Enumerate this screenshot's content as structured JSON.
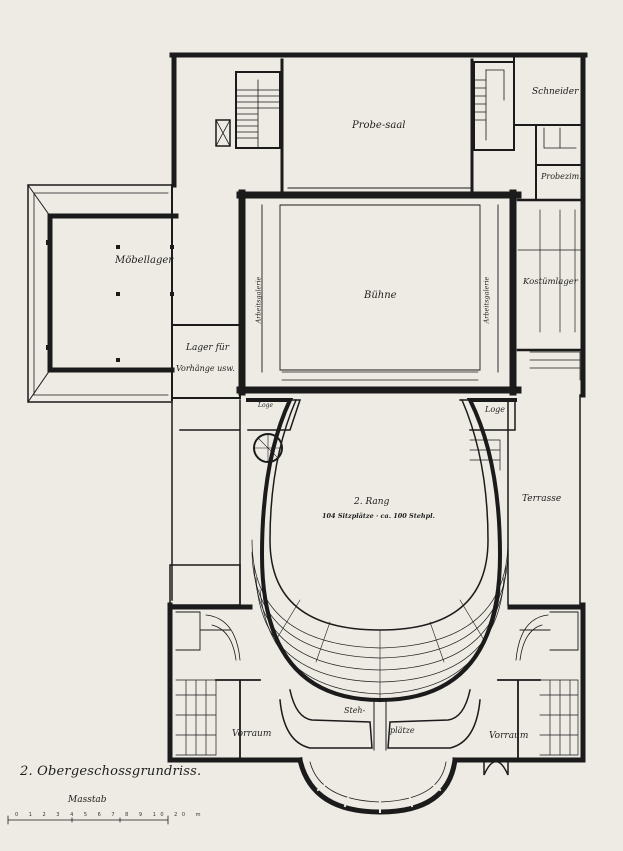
{
  "plan": {
    "title": "2. Obergeschossgrundriss.",
    "scale_title": "Masstab",
    "scale_numbers": "0 1 2 3 4 5 6 7 8 9 10 20 m"
  },
  "rooms": {
    "probesaal": "Probe-saal",
    "schneider": "Schneider",
    "probezim": "Probezim.",
    "moebellager": "Möbellager",
    "buehne": "Bühne",
    "arbeitsgalerie_left": "Arbeitsgalerie",
    "arbeitsgalerie_right": "Arbeitsgalerie",
    "kostuemlager": "Kostümlager",
    "lager_line1": "Lager für",
    "lager_line2": "Vorhänge usw.",
    "loge_left": "Loge",
    "loge_right": "Loge",
    "rang_line1": "2. Rang",
    "rang_line2": "104 Sitzplätze · ca. 100 Stehpl.",
    "terrasse": "Terrasse",
    "vorraum_left": "Vorraum",
    "vorraum_right": "Vorraum",
    "steh": "Steh-",
    "plaetze": "plätze"
  }
}
